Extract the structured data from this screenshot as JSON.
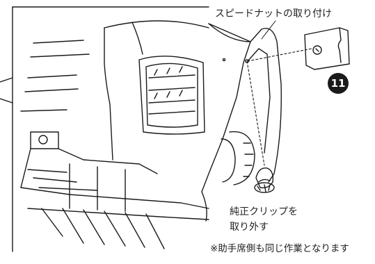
{
  "labels": {
    "title": "スピードナットの取り付け",
    "clip_line1": "純正クリップを",
    "clip_line2": "取り外す",
    "note": "※助手席側も同じ作業となります"
  },
  "step_number": "11",
  "colors": {
    "line": "#1a1a1a",
    "badge": "#1a1a1a",
    "background": "#ffffff"
  },
  "icons": [
    "speed-nut-icon",
    "push-clip-icon"
  ]
}
